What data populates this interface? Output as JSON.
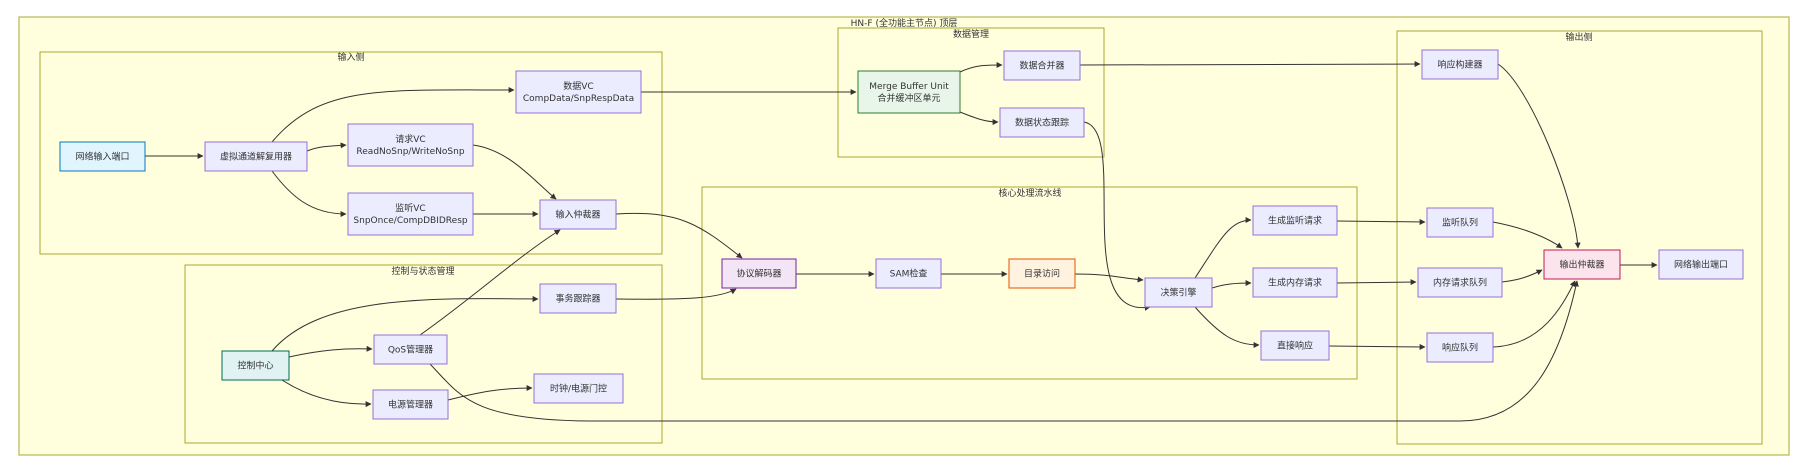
{
  "title": "HN-F (全功能主节点) 顶层",
  "clusters": {
    "input": "输入侧",
    "data": "数据管理",
    "core": "核心处理流水线",
    "output": "输出侧",
    "control": "控制与状态管理"
  },
  "nodes": {
    "net_in": [
      "网络输入端口"
    ],
    "vc_demux": [
      "虚拟通道解复用器"
    ],
    "data_vc": [
      "数据VC",
      "CompData/SnpRespData"
    ],
    "req_vc": [
      "请求VC",
      "ReadNoSnp/WriteNoSnp"
    ],
    "snoop_vc": [
      "监听VC",
      "SnpOnce/CompDBIDResp"
    ],
    "in_arb": [
      "输入仲裁器"
    ],
    "mbu": [
      "Merge Buffer Unit",
      "合并缓冲区单元"
    ],
    "data_merge": [
      "数据合并器"
    ],
    "data_track": [
      "数据状态跟踪"
    ],
    "proto_dec": [
      "协议解码器"
    ],
    "sam": [
      "SAM检查"
    ],
    "dir": [
      "目录访问"
    ],
    "decision": [
      "决策引擎"
    ],
    "gen_snoop": [
      "生成监听请求"
    ],
    "gen_mem": [
      "生成内存请求"
    ],
    "direct_resp": [
      "直接响应"
    ],
    "resp_builder": [
      "响应构建器"
    ],
    "snoop_q": [
      "监听队列"
    ],
    "mem_q": [
      "内存请求队列"
    ],
    "resp_q": [
      "响应队列"
    ],
    "out_arb": [
      "输出仲裁器"
    ],
    "net_out": [
      "网络输出端口"
    ],
    "txn_track": [
      "事务跟踪器"
    ],
    "ctrl": [
      "控制中心"
    ],
    "qos": [
      "QoS管理器"
    ],
    "power": [
      "电源管理器"
    ],
    "clock": [
      "时钟/电源门控"
    ]
  },
  "colors": {
    "cluster_fill": "#ffffde",
    "cluster_stroke": "#aaaa33",
    "default_node_fill": "#ececff",
    "default_node_stroke": "#9370db",
    "net_in_fill": "#e1f5fe",
    "net_in_stroke": "#0277bd",
    "mbu_fill": "#e8f5e9",
    "mbu_stroke": "#2e7d32",
    "proto_fill": "#f3e5f5",
    "proto_stroke": "#7b1fa2",
    "dir_fill": "#fff3e0",
    "dir_stroke": "#e65100",
    "out_arb_fill": "#fce4ec",
    "out_arb_stroke": "#c2185b",
    "ctrl_fill": "#e0f2f1",
    "ctrl_stroke": "#00695c",
    "edge_default": "#333333",
    "edge_data_vc": "#8e24aa",
    "edge_req_vc": "#43a047",
    "edge_snoop_vc": "#fb8c00",
    "edge_net_in": "#1e88e5"
  },
  "edges": [
    {
      "id": "net_in-vc_demux",
      "color": "edge_net_in"
    },
    {
      "id": "vc_demux-data_vc",
      "color": "edge_data_vc"
    },
    {
      "id": "vc_demux-req_vc",
      "color": "edge_req_vc"
    },
    {
      "id": "vc_demux-snoop_vc",
      "color": "edge_snoop_vc"
    },
    {
      "id": "req_vc-in_arb",
      "color": "edge_default"
    },
    {
      "id": "snoop_vc-in_arb",
      "color": "edge_default"
    },
    {
      "id": "data_vc-mbu",
      "color": "edge_default"
    },
    {
      "id": "mbu-data_merge",
      "color": "edge_default"
    },
    {
      "id": "mbu-data_track",
      "color": "edge_default"
    },
    {
      "id": "data_merge-resp_builder",
      "color": "edge_default"
    },
    {
      "id": "data_track-decision",
      "color": "edge_default"
    },
    {
      "id": "in_arb-proto_dec",
      "color": "edge_default"
    },
    {
      "id": "proto_dec-sam",
      "color": "edge_default"
    },
    {
      "id": "sam-dir",
      "color": "edge_default"
    },
    {
      "id": "dir-decision",
      "color": "edge_default"
    },
    {
      "id": "decision-gen_snoop",
      "color": "edge_default"
    },
    {
      "id": "decision-gen_mem",
      "color": "edge_default"
    },
    {
      "id": "decision-direct_resp",
      "color": "edge_default"
    },
    {
      "id": "gen_snoop-snoop_q",
      "color": "edge_default"
    },
    {
      "id": "gen_mem-mem_q",
      "color": "edge_default"
    },
    {
      "id": "direct_resp-resp_q",
      "color": "edge_default"
    },
    {
      "id": "resp_builder-out_arb",
      "color": "edge_default"
    },
    {
      "id": "snoop_q-out_arb",
      "color": "edge_default"
    },
    {
      "id": "mem_q-out_arb",
      "color": "edge_default"
    },
    {
      "id": "resp_q-out_arb",
      "color": "edge_default"
    },
    {
      "id": "out_arb-net_out",
      "color": "edge_default"
    },
    {
      "id": "ctrl-txn_track",
      "color": "edge_default"
    },
    {
      "id": "ctrl-qos",
      "color": "edge_default"
    },
    {
      "id": "ctrl-power",
      "color": "edge_default"
    },
    {
      "id": "txn_track-proto_dec",
      "color": "edge_default"
    },
    {
      "id": "qos-in_arb",
      "color": "edge_default"
    },
    {
      "id": "qos-out_arb",
      "color": "edge_default"
    },
    {
      "id": "power-clock",
      "color": "edge_default"
    }
  ]
}
